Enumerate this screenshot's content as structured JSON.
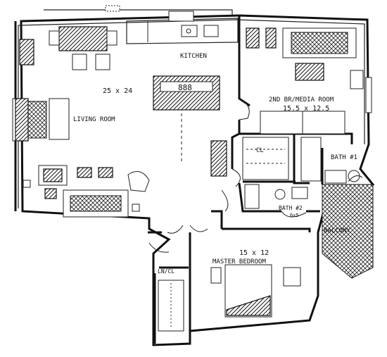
{
  "rooms": {
    "kitchen": "KITCHEN",
    "living_dims": "25 x 24",
    "living": "LIVING ROOM",
    "second_br": "2ND BR/MEDIA ROOM",
    "second_br_dims": "15.5 x 12.5",
    "cl": "CL",
    "bath1": "BATH #1",
    "bath2": "BATH #2",
    "bath2_dims": "6x5",
    "balcony": "BALCONY",
    "master_dims": "15 x 12",
    "master": "MASTER BEDROOM",
    "lncl": "LN/CL"
  }
}
